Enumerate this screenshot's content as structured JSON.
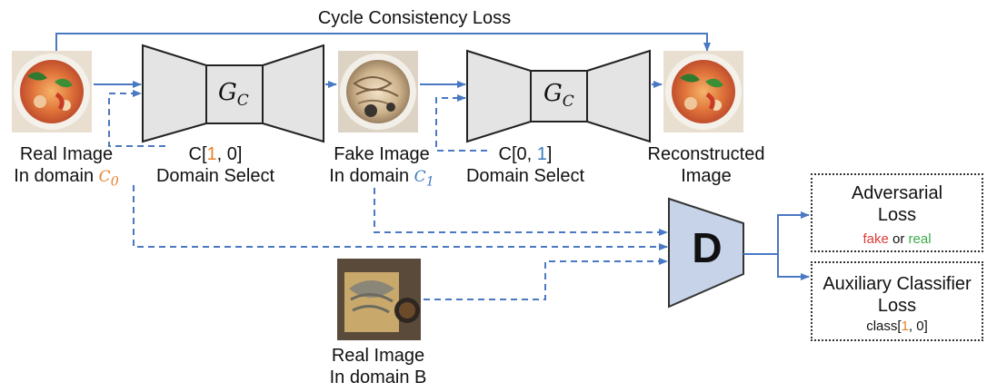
{
  "top_loss": "Cycle Consistency Loss",
  "generator_1": {
    "symbol": "G",
    "subscript": "C"
  },
  "generator_2": {
    "symbol": "G",
    "subscript": "C"
  },
  "real_image": {
    "line1": "Real Image",
    "line2": "In domain ",
    "domain_symbol": "C",
    "domain_sub": "0"
  },
  "select_1": {
    "prefix": "C[",
    "highlight": "1",
    "suffix": ", 0]",
    "caption": "Domain Select"
  },
  "fake_image": {
    "line1": "Fake Image",
    "line2": "In domain ",
    "domain_symbol": "C",
    "domain_sub": "1"
  },
  "select_2": {
    "prefix": "C[0, ",
    "highlight": "1",
    "suffix": "]",
    "caption": "Domain Select"
  },
  "reconstructed": {
    "line1": "Reconstructed",
    "line2": "Image"
  },
  "discriminator": "D",
  "adversarial": {
    "title1": "Adversarial",
    "title2": "Loss",
    "fake": "fake",
    "or": " or ",
    "real": "real"
  },
  "auxiliary": {
    "title1": "Auxiliary Classifier",
    "title2": "Loss",
    "prefix": "class[",
    "highlight": "1",
    "suffix": ", 0]"
  },
  "real_b": {
    "line1": "Real Image",
    "line2": "In domain B"
  },
  "colors": {
    "arrow": "#4a78c2",
    "box_fill": "#e4e4e4",
    "disc_fill": "#c6d3e8",
    "orange": "#e5822b",
    "blue": "#3d7ac0"
  }
}
